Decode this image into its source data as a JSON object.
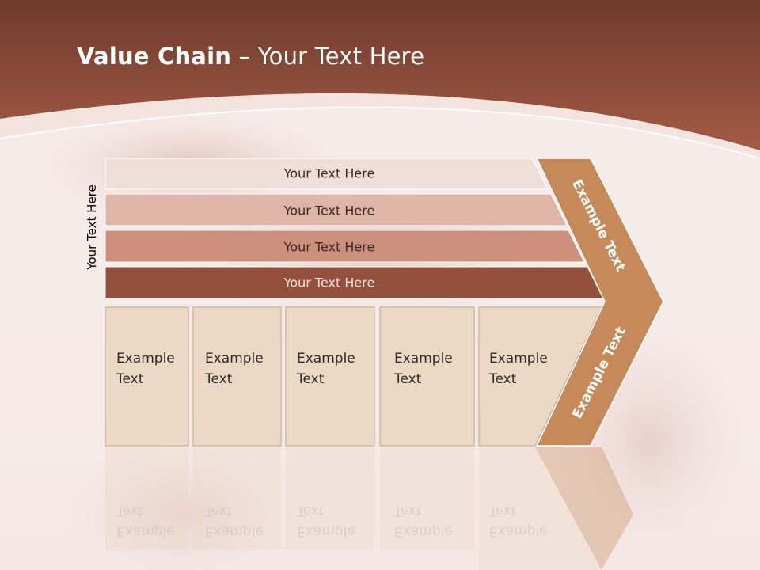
{
  "slide": {
    "title_bold": "Value Chain",
    "title_rest": " – Your Text Here",
    "side_label": "Your Text Here",
    "bands": [
      {
        "label": "Your Text Here"
      },
      {
        "label": "Your Text Here"
      },
      {
        "label": "Your Text Here"
      },
      {
        "label": "Your Text Here"
      }
    ],
    "columns": [
      {
        "label": "Example\nText"
      },
      {
        "label": "Example\nText"
      },
      {
        "label": "Example\nText"
      },
      {
        "label": "Example\nText"
      },
      {
        "label": "Example\nText"
      }
    ],
    "chevron_top": "Example Text",
    "chevron_bottom": "Example Text"
  },
  "colors": {
    "header": "#8e4a36",
    "band1": "#f0dfd9",
    "band2": "#dfb5a8",
    "band3": "#cc8f7b",
    "band4": "#93503d",
    "column_fill": "#ecd8c5",
    "chevron": "#c68a5a"
  }
}
